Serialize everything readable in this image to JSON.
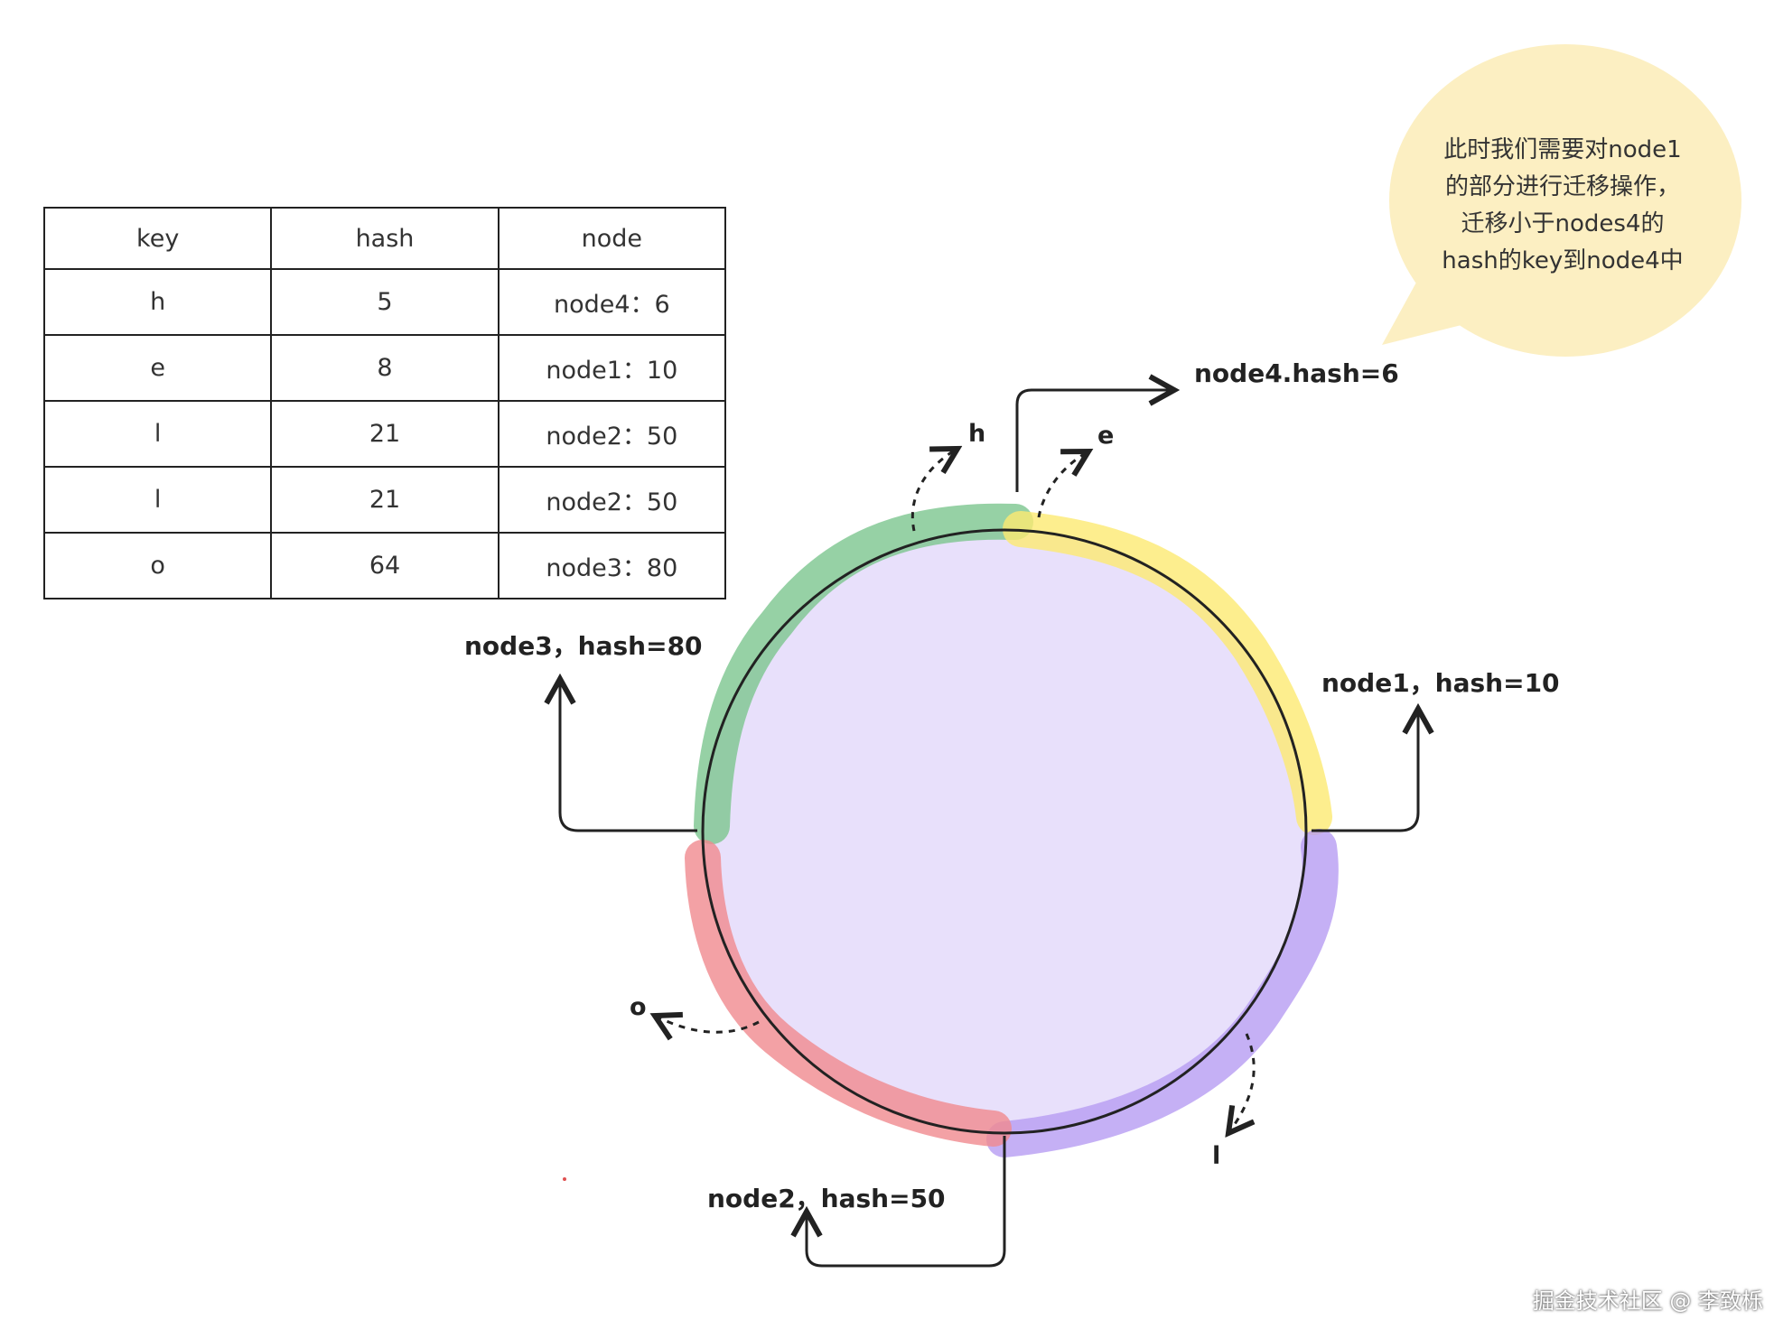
{
  "table": {
    "headers": [
      "key",
      "hash",
      "node"
    ],
    "rows": [
      [
        "h",
        "5",
        "node4：6"
      ],
      [
        "e",
        "8",
        "node1：10"
      ],
      [
        "l",
        "21",
        "node2：50"
      ],
      [
        "l",
        "21",
        "node2：50"
      ],
      [
        "o",
        "64",
        "node3：80"
      ]
    ]
  },
  "bubble": {
    "lines": [
      "此时我们需要对node1",
      "的部分进行迁移操作，",
      "迁移小于nodes4的",
      "hash的key到node4中"
    ],
    "color": "#fcefc2"
  },
  "nodes": {
    "node4": "node4.hash=6",
    "node1": "node1，hash=10",
    "node2": "node2，hash=50",
    "node3": "node3，hash=80"
  },
  "keys": {
    "h": "h",
    "e": "e",
    "l": "l",
    "o": "o"
  },
  "colors": {
    "ring_fill": "#e8e0fb",
    "segment_green": "#7cc58e",
    "segment_yellow": "#fdea72",
    "segment_purple": "#b79cf2",
    "segment_red": "#f08a8f",
    "ring_line": "#222222"
  },
  "watermark": "掘金技术社区 @ 李致栎"
}
